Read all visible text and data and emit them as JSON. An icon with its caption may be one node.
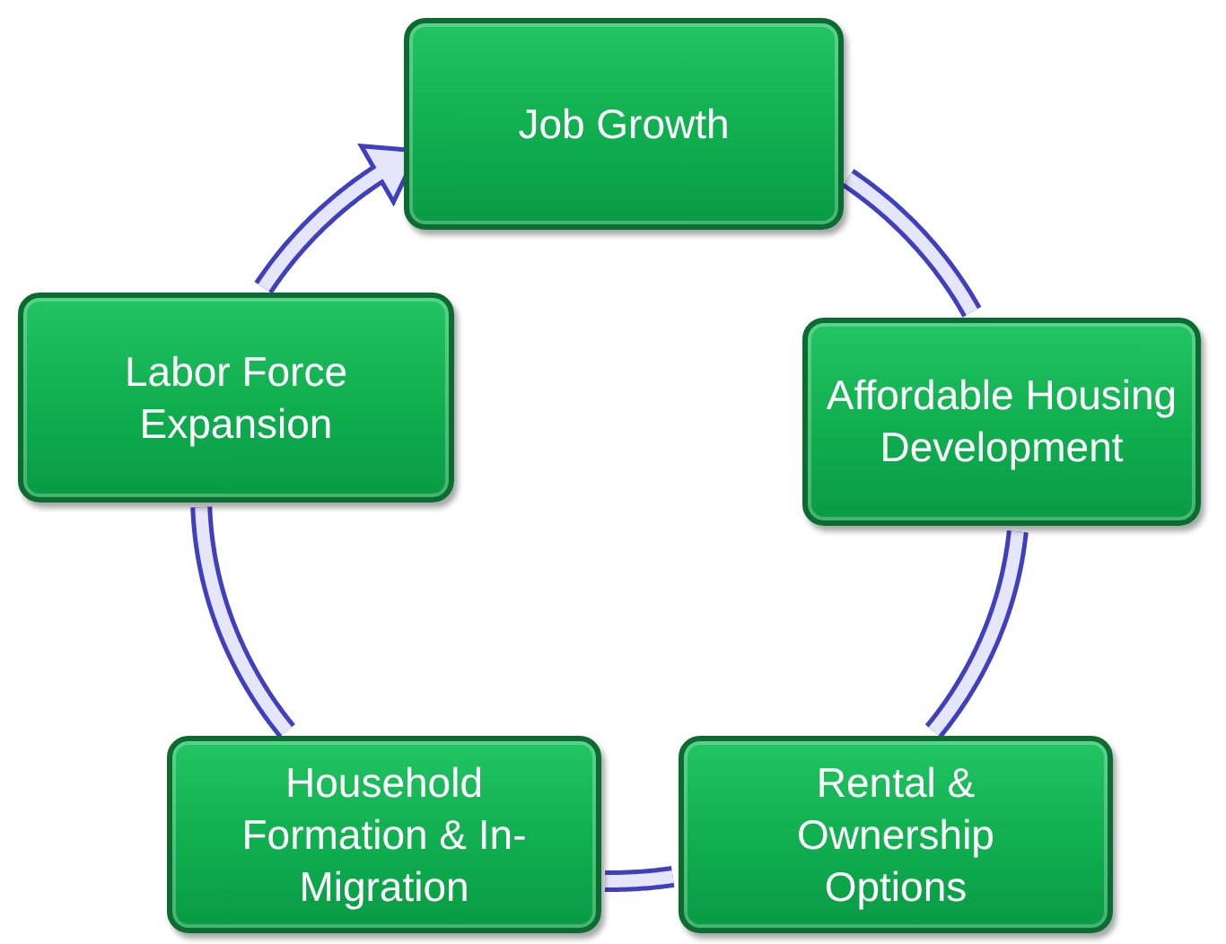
{
  "diagram": {
    "nodes": [
      {
        "text": [
          "Job Growth"
        ]
      },
      {
        "text": [
          "Affordable Housing Development"
        ]
      },
      {
        "text": [
          "Rental & Ownership Options"
        ]
      },
      {
        "text": [
          "Household Formation & In-Migration"
        ]
      },
      {
        "text": [
          "Labor Force Expansion"
        ]
      }
    ],
    "edges": [
      {
        "from": 0,
        "to": 1,
        "arrow": "none"
      },
      {
        "from": 1,
        "to": 2,
        "arrow": "none"
      },
      {
        "from": 2,
        "to": 3,
        "arrow": "none"
      },
      {
        "from": 3,
        "to": 4,
        "arrow": "none"
      },
      {
        "from": 4,
        "to": 0,
        "arrow": "to"
      }
    ]
  }
}
